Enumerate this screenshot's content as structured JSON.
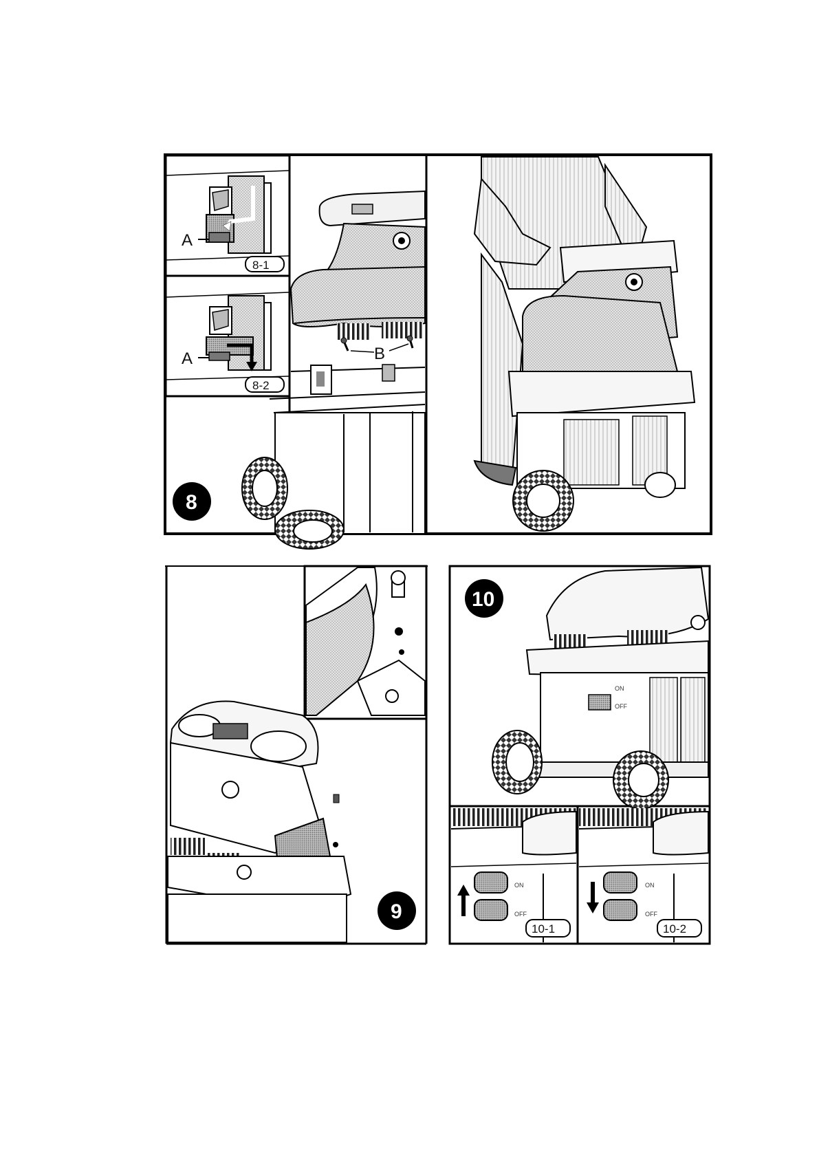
{
  "figure8": {
    "badge": "8",
    "detail_1": {
      "label_a": "A",
      "tag": "8-1"
    },
    "detail_2": {
      "label_a": "A",
      "tag": "8-2"
    },
    "label_b": "B"
  },
  "figure9": {
    "badge": "9"
  },
  "figure10": {
    "badge": "10",
    "switch_on": "ON",
    "switch_off": "OFF",
    "detail_1": {
      "on": "ON",
      "off": "OFF",
      "tag": "10-1"
    },
    "detail_2": {
      "on": "ON",
      "off": "OFF",
      "tag": "10-2"
    }
  }
}
